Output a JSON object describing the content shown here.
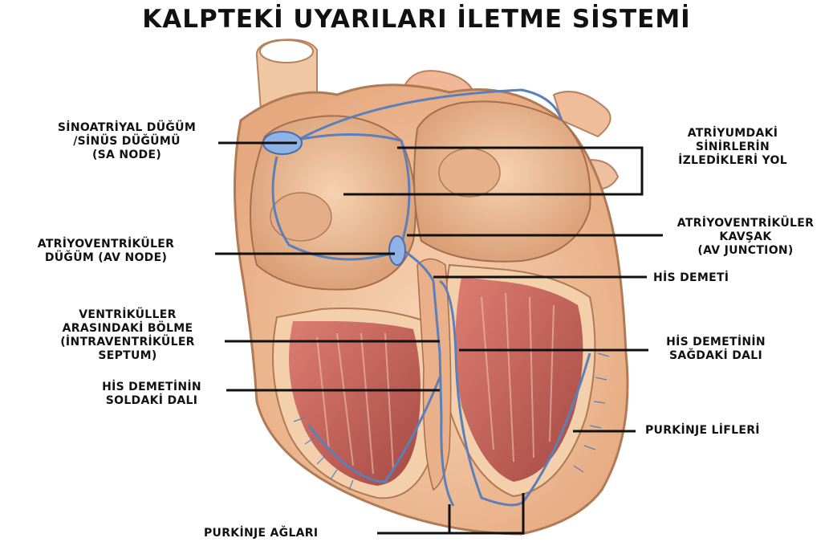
{
  "title": "KALPTEKİ UYARILARI İLETME SİSTEMİ",
  "labels": {
    "sa_node": [
      "SİNOATRİYAL  DÜĞÜM",
      "/SİNÜS DÜĞÜMÜ",
      "(SA NODE)"
    ],
    "av_node": [
      "ATRİYOVENTRİKÜLER",
      "DÜĞÜM (AV NODE)"
    ],
    "septum": [
      "VENTRİKÜLLER",
      "ARASINDAKİ BÖLME",
      "(İNTRAVENTRİKÜLER",
      "SEPTUM)"
    ],
    "left_branch": [
      "HİS DEMETİNİN",
      "SOLDAKİ DALI"
    ],
    "purkinje_network": [
      "PURKİNJE AĞLARI"
    ],
    "atrial_pathways": [
      "ATRİYUMDAKİ",
      "SİNİRLERİN",
      "İZLEDİKLERİ YOL"
    ],
    "av_junction": [
      "ATRİYOVENTRİKÜLER",
      "KAVŞAK",
      "(AV JUNCTION)"
    ],
    "bundle_of_his": [
      "HİS DEMETİ"
    ],
    "right_branch": [
      "HİS DEMETİNİN",
      "SAĞDAKİ DALI"
    ],
    "purkinje_fibers": [
      "PURKİNJE LİFLERİ"
    ]
  },
  "colors": {
    "heart_outer": "#f1c39d",
    "heart_dark": "#d99a70",
    "muscle": "#c25a55",
    "conduction": "#5b7fb8",
    "node": "#8fb3e6"
  }
}
